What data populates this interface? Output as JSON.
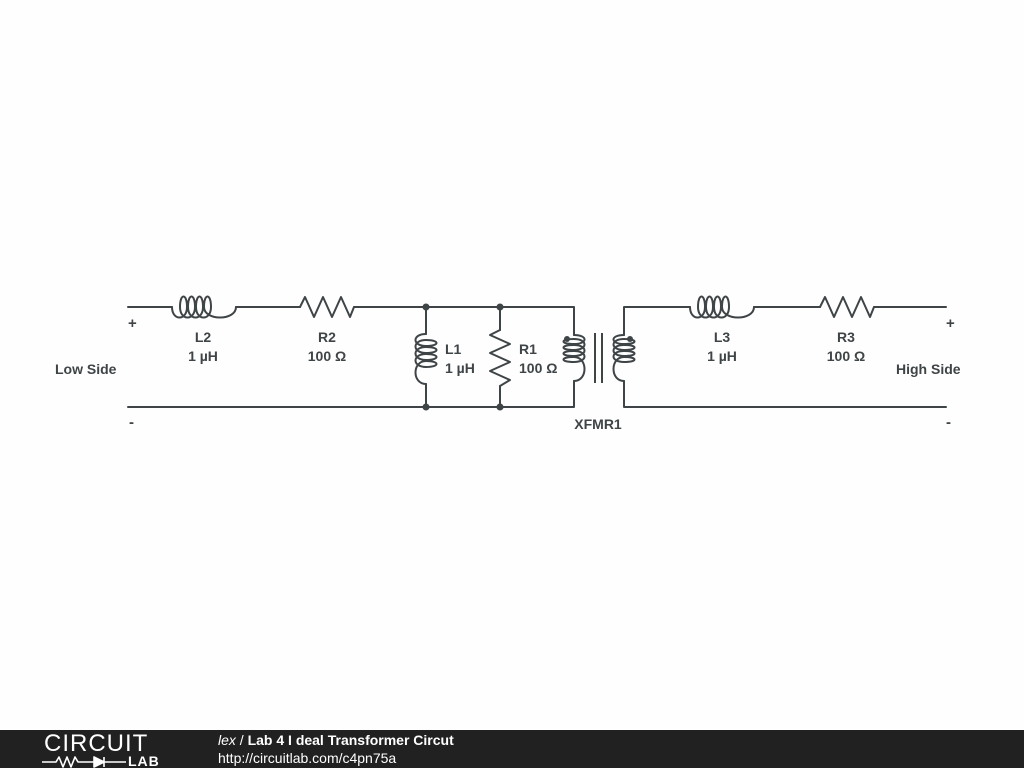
{
  "schematic": {
    "ports": {
      "low": {
        "label": "Low Side",
        "plus": "+",
        "minus": "-"
      },
      "high": {
        "label": "High Side",
        "plus": "+",
        "minus": "-"
      }
    },
    "components": {
      "L2": {
        "name": "L2",
        "value": "1 µH"
      },
      "R2": {
        "name": "R2",
        "value": "100 Ω"
      },
      "L1": {
        "name": "L1",
        "value": "1 µH"
      },
      "R1": {
        "name": "R1",
        "value": "100 Ω"
      },
      "XFMR1": {
        "name": "XFMR1"
      },
      "L3": {
        "name": "L3",
        "value": "1 µH"
      },
      "R3": {
        "name": "R3",
        "value": "100 Ω"
      }
    }
  },
  "footer": {
    "logo_top": "CIRCUIT",
    "logo_bottom": "LAB",
    "user": "lex",
    "separator": " / ",
    "project": "Lab 4 I deal Transformer Circut",
    "url": "http://circuitlab.com/c4pn75a"
  }
}
